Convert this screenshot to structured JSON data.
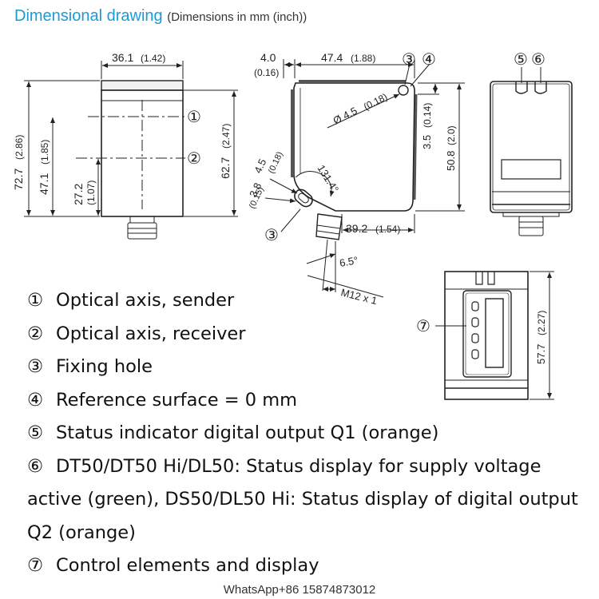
{
  "header": {
    "title": "Dimensional drawing",
    "subtitle": "(Dimensions in mm (inch))"
  },
  "dimensions": {
    "front_width": "36.1",
    "front_width_in": "(1.42)",
    "front_total_height": "72.7",
    "front_total_height_in": "(2.86)",
    "front_axis_height": "47.1",
    "front_axis_height_in": "(1.85)",
    "front_lower_axis": "27.2",
    "front_lower_axis_in": "(1.07)",
    "front_body_height": "62.7",
    "front_body_height_in": "(2.47)",
    "side_offset": "4.0",
    "side_offset_in": "(0.16)",
    "side_width": "47.4",
    "side_width_in": "(1.88)",
    "hole_dia": "Ø 4.5",
    "hole_dia_in": "(0.18)",
    "ref_offset": "3.5",
    "ref_offset_in": "(0.14)",
    "side_height": "50.8",
    "side_height_in": "(2.0)",
    "lower_hole_a": "4.5",
    "lower_hole_a_in": "(0.18)",
    "lower_hole_b": "3.8",
    "lower_hole_b_in": "(0.15)",
    "angle_main": "131.4°",
    "base_width": "39.2",
    "base_width_in": "(1.54)",
    "connector_angle": "6.5°",
    "connector_thread": "M12 x 1",
    "back_height": "57.7",
    "back_height_in": "(2.27)"
  },
  "markers": {
    "m1": "①",
    "m2": "②",
    "m3": "③",
    "m4": "④",
    "m5": "⑤",
    "m6": "⑥",
    "m7": "⑦"
  },
  "legend": [
    {
      "marker": "①",
      "text": "Optical axis, sender"
    },
    {
      "marker": "②",
      "text": "Optical axis, receiver"
    },
    {
      "marker": "③",
      "text": "Fixing hole"
    },
    {
      "marker": "④",
      "text": "Reference surface = 0 mm"
    },
    {
      "marker": "⑤",
      "text": "Status indicator digital output Q1 (orange)"
    },
    {
      "marker": "⑥",
      "text": "DT50/DT50 Hi/DL50: Status display for supply voltage active (green), DS50/DL50 Hi: Status display of digital output Q2 (orange)"
    },
    {
      "marker": "⑦",
      "text": "Control elements and display"
    }
  ],
  "footer": {
    "text": "WhatsApp+86 15874873012"
  }
}
